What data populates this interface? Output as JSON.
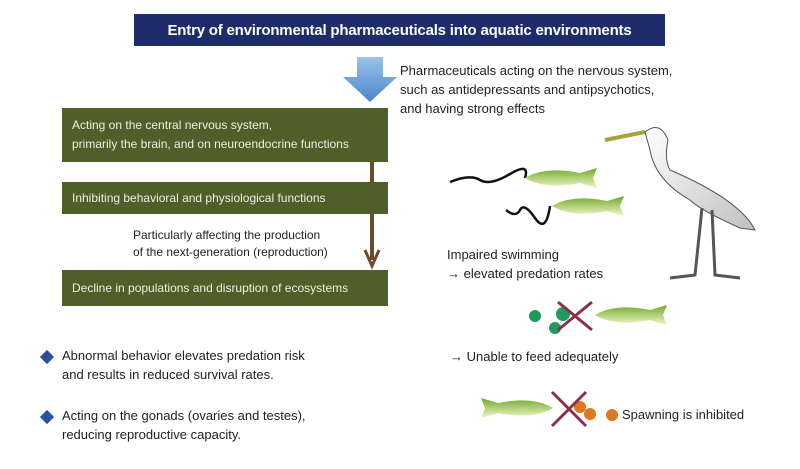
{
  "title": "Entry of environmental pharmaceuticals into aquatic environments",
  "pharma_note": [
    "Pharmaceuticals acting on the nervous system,",
    "such as antidepressants and antipsychotics,",
    "and having strong effects"
  ],
  "flow": {
    "box1": [
      "Acting on the central nervous system,",
      "primarily the brain, and on neuroendocrine functions"
    ],
    "box2": "Inhibiting behavioral and physiological functions",
    "note": [
      "Particularly affecting the production",
      "of the next-generation (reproduction)"
    ],
    "box3": "Decline in populations and disruption of ecosystems"
  },
  "bullets": [
    [
      "Abnormal behavior elevates predation risk",
      "and results in reduced survival rates."
    ],
    [
      "Acting on the gonads (ovaries and testes),",
      "reducing reproductive capacity."
    ]
  ],
  "effects": {
    "swimming": [
      "Impaired swimming",
      "→ elevated predation rates"
    ],
    "feeding": "→ Unable to feed adequately",
    "spawning": "Spawning is inhibited"
  },
  "colors": {
    "title_bg": "#1e2c6b",
    "box_bg": "#4f5f2a",
    "bullet": "#2a4f9e",
    "arrow": "#6b4a2e",
    "cross": "#8b2f4a"
  }
}
